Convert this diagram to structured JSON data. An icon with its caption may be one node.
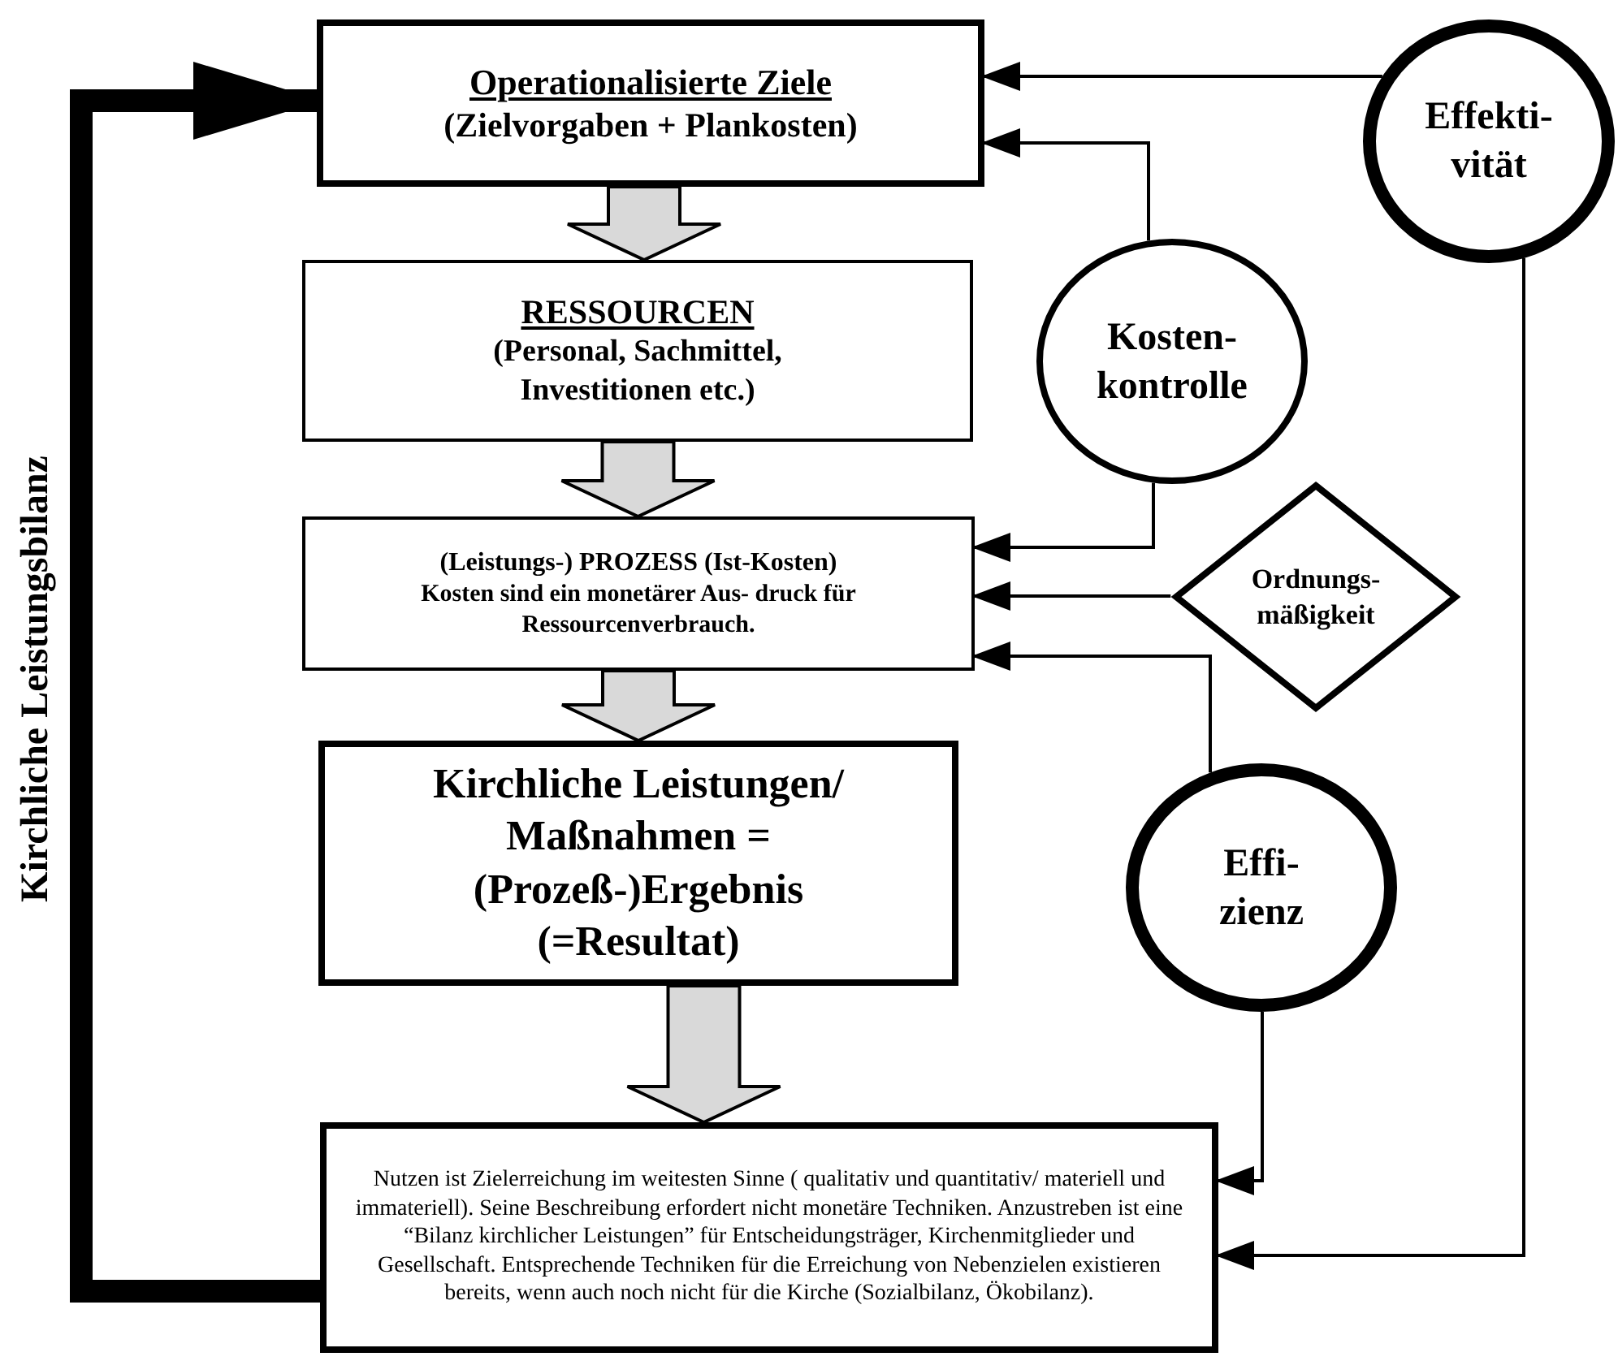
{
  "diagram": {
    "nodes": [
      {
        "text": [
          "Operationalisierte Ziele",
          "(Zielvorgaben + Plankosten)"
        ]
      },
      {
        "text": [
          "RESSOURCEN",
          "(Personal, Sachmittel, Investitionen etc.)"
        ]
      },
      {
        "text": [
          "(Leistungs-) PROZESS (Ist-Kosten)",
          "Kosten sind ein monetärer Aus- druck für Ressourcenverbrauch."
        ]
      },
      {
        "text": [
          "Kirchliche Leistungen/ Maßnahmen = (Prozeß-)Ergebnis (=Resultat)"
        ]
      },
      {
        "text": [
          "Nutzen ist Zielerreichung im weitesten Sinne ( qualitativ und quantitativ/ materiell und immateriell). Seine Beschreibung erfordert nicht monetäre Techniken. Anzustreben ist eine “Bilanz kirchlicher Leistungen” für Entscheidungsträger, Kirchenmitglieder und Gesellschaft. Entsprechende Techniken für die Erreichung von Nebenzielen existieren bereits, wenn auch noch nicht für die Kirche (Sozialbilanz, Ökobilanz)."
        ]
      },
      {
        "text": [
          "Effekti- vität"
        ]
      },
      {
        "text": [
          "Kosten- kontrolle"
        ]
      },
      {
        "text": [
          "Ordnungs- mäßigkeit"
        ]
      },
      {
        "text": [
          "Effi- zienz"
        ]
      }
    ],
    "edges": [
      {
        "from": 4,
        "to": 0,
        "arrow": "to",
        "label": "Kirchliche Leistungsbilanz",
        "style": "thick"
      },
      {
        "from": 0,
        "to": 1,
        "arrow": "to",
        "style": "thick",
        "color": "#d9d9d9"
      },
      {
        "from": 1,
        "to": 2,
        "arrow": "to",
        "style": "thick",
        "color": "#d9d9d9"
      },
      {
        "from": 2,
        "to": 3,
        "arrow": "to",
        "style": "thick",
        "color": "#d9d9d9"
      },
      {
        "from": 3,
        "to": 4,
        "arrow": "to",
        "style": "thick",
        "color": "#d9d9d9"
      },
      {
        "from": 5,
        "to": 0,
        "arrow": "to"
      },
      {
        "from": 6,
        "to": 0,
        "arrow": "to"
      },
      {
        "from": 6,
        "to": 2,
        "arrow": "to"
      },
      {
        "from": 7,
        "to": 2,
        "arrow": "to"
      },
      {
        "from": 8,
        "to": 2,
        "arrow": "to"
      },
      {
        "from": 8,
        "to": 4,
        "arrow": "to"
      },
      {
        "from": 5,
        "to": 4,
        "arrow": "to"
      }
    ]
  }
}
